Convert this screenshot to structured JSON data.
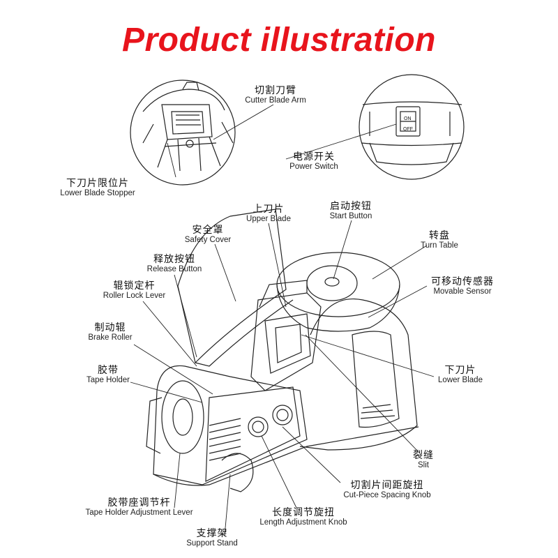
{
  "title": "Product illustration",
  "switch": {
    "on": "ON",
    "off": "OFF"
  },
  "labels": {
    "cutter_blade_arm": {
      "zh": "切割刀臂",
      "en": "Cutter Blade Arm"
    },
    "lower_blade_stopper": {
      "zh": "下刀片限位片",
      "en": "Lower Blade Stopper"
    },
    "power_switch": {
      "zh": "电源开关",
      "en": "Power Switch"
    },
    "upper_blade": {
      "zh": "上刀片",
      "en": "Upper Blade"
    },
    "start_button": {
      "zh": "启动按钮",
      "en": "Start Button"
    },
    "safety_cover": {
      "zh": "安全罩",
      "en": "Safety Cover"
    },
    "turn_table": {
      "zh": "转盘",
      "en": "Turn Table"
    },
    "release_button": {
      "zh": "释放按钮",
      "en": "Release Button"
    },
    "movable_sensor": {
      "zh": "可移动传感器",
      "en": "Movable Sensor"
    },
    "roller_lock_lever": {
      "zh": "辊锁定杆",
      "en": "Roller Lock Lever"
    },
    "brake_roller": {
      "zh": "制动辊",
      "en": "Brake Roller"
    },
    "lower_blade": {
      "zh": "下刀片",
      "en": "Lower Blade"
    },
    "tape_holder": {
      "zh": "胶带",
      "en": "Tape Holder"
    },
    "slit": {
      "zh": "裂缝",
      "en": "Slit"
    },
    "cut_piece_spacing_knob": {
      "zh": "切割片间距旋扭",
      "en": "Cut-Piece Spacing Knob"
    },
    "tape_holder_adjustment_lever": {
      "zh": "胶带座调节杆",
      "en": "Tape Holder Adjustment Lever"
    },
    "length_adjustment_knob": {
      "zh": "长度调节旋扭",
      "en": "Length Adjustment Knob"
    },
    "support_stand": {
      "zh": "支撑架",
      "en": "Support Stand"
    }
  }
}
